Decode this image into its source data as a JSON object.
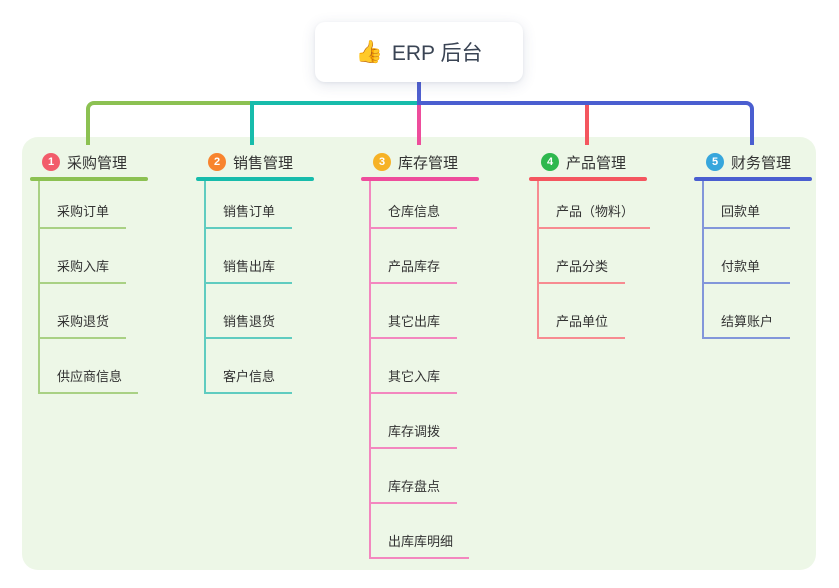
{
  "root": {
    "icon": "👍",
    "label": "ERP 后台"
  },
  "colors": {
    "panel_background": "#edf7e7",
    "root_text": "#3a4454",
    "item_text": "#333333",
    "stem_blue": "#5060d0"
  },
  "branches": [
    {
      "num": "1",
      "label": "采购管理",
      "line_color": "#8cc152",
      "subline_color": "#a9d184",
      "badge_color": "#f25c6b",
      "items": [
        "采购订单",
        "采购入库",
        "采购退货",
        "供应商信息"
      ]
    },
    {
      "num": "2",
      "label": "销售管理",
      "line_color": "#17bcab",
      "subline_color": "#5fccc0",
      "badge_color": "#f8842e",
      "items": [
        "销售订单",
        "销售出库",
        "销售退货",
        "客户信息"
      ]
    },
    {
      "num": "3",
      "label": "库存管理",
      "line_color": "#ee4d9c",
      "subline_color": "#f387bf",
      "badge_color": "#f6b226",
      "items": [
        "仓库信息",
        "产品库存",
        "其它出库",
        "其它入库",
        "库存调拨",
        "库存盘点",
        "出库库明细"
      ]
    },
    {
      "num": "4",
      "label": "产品管理",
      "line_color": "#f4565f",
      "subline_color": "#f78b91",
      "badge_color": "#2eb84e",
      "items": [
        "产品（物料）",
        "产品分类",
        "产品单位"
      ]
    },
    {
      "num": "5",
      "label": "财务管理",
      "line_color": "#4a5ed0",
      "subline_color": "#8296da",
      "badge_color": "#36a6dc",
      "items": [
        "回款单",
        "付款单",
        "结算账户"
      ]
    }
  ]
}
